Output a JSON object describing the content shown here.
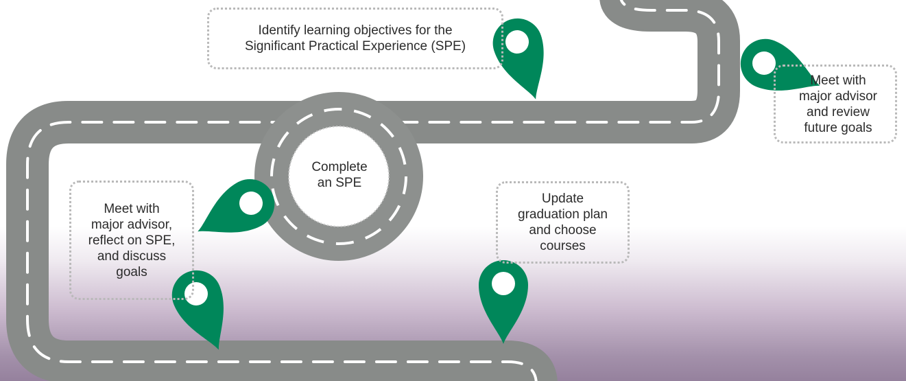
{
  "colors": {
    "road": "#8d908e",
    "road_edge": "#6f7270",
    "lane_marking": "#ffffff",
    "pin": "#00875a",
    "callout_border": "#b9b9b9",
    "bottom_gradient": "#95819d"
  },
  "icons": {
    "pin": "map-pin-icon"
  },
  "steps": {
    "identify_objectives": [
      "Identify learning objectives for the",
      "Significant Practical Experience (SPE)"
    ],
    "meet_future_goals": [
      "Meet with",
      "major advisor",
      "and review",
      "future goals"
    ],
    "meet_reflect": [
      "Meet with",
      "major advisor,",
      "reflect on SPE,",
      "and discuss",
      "goals"
    ],
    "complete_spe": [
      "Complete",
      "an SPE"
    ],
    "update_plan": [
      "Update",
      "graduation plan",
      "and choose",
      "courses"
    ]
  }
}
